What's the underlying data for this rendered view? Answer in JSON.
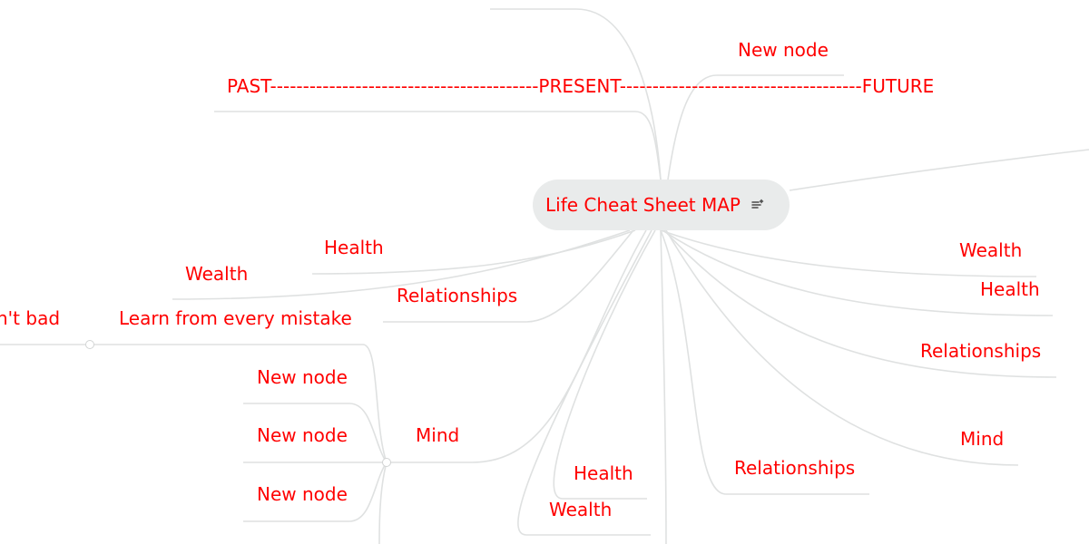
{
  "colors": {
    "text": "#ff0000",
    "connector": "#dfe1e1",
    "root_bg": "#e9ebeb",
    "note_icon": "#4a4a4a"
  },
  "map": {
    "root": {
      "title": "Life Cheat Sheet MAP",
      "note_icon": "note-icon"
    },
    "top": {
      "new_node": "New node",
      "timeline": "PAST-----------------------------------------PRESENT-------------------------------------FUTURE"
    },
    "left": {
      "health": "Health",
      "wealth": "Wealth",
      "relationships": "Relationships",
      "learn": "Learn from every mistake",
      "cut_off": "n't bad",
      "mind": "Mind",
      "mind_children": [
        "New node",
        "New node",
        "New node"
      ]
    },
    "right": {
      "wealth": "Wealth",
      "health": "Health",
      "relationships": "Relationships",
      "mind": "Mind"
    },
    "bottom": {
      "health": "Health",
      "wealth": "Wealth",
      "relationships": "Relationships"
    }
  }
}
